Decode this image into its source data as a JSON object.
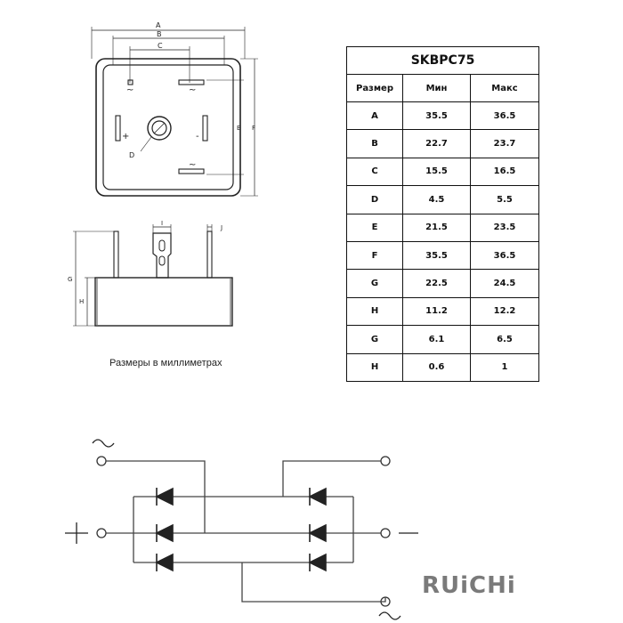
{
  "table": {
    "title": "SKBPC75",
    "headers": [
      "Размер",
      "Мин",
      "Макс"
    ],
    "rows": [
      [
        "A",
        "35.5",
        "36.5"
      ],
      [
        "B",
        "22.7",
        "23.7"
      ],
      [
        "C",
        "15.5",
        "16.5"
      ],
      [
        "D",
        "4.5",
        "5.5"
      ],
      [
        "E",
        "21.5",
        "23.5"
      ],
      [
        "F",
        "35.5",
        "36.5"
      ],
      [
        "G",
        "22.5",
        "24.5"
      ],
      [
        "H",
        "11.2",
        "12.2"
      ],
      [
        "G",
        "6.1",
        "6.5"
      ],
      [
        "H",
        "0.6",
        "1"
      ]
    ]
  },
  "caption": "Размеры в миллиметрах",
  "dimension_labels": {
    "a": "A",
    "b": "B",
    "c": "C",
    "d": "D",
    "e": "E",
    "f": "F",
    "g": "G",
    "h": "H",
    "i": "I",
    "j": "J"
  },
  "symbols": {
    "ac": "~",
    "plus": "+",
    "minus": "-"
  },
  "brand": {
    "name": "RUiCHi",
    "color": "#7a7a7a"
  }
}
